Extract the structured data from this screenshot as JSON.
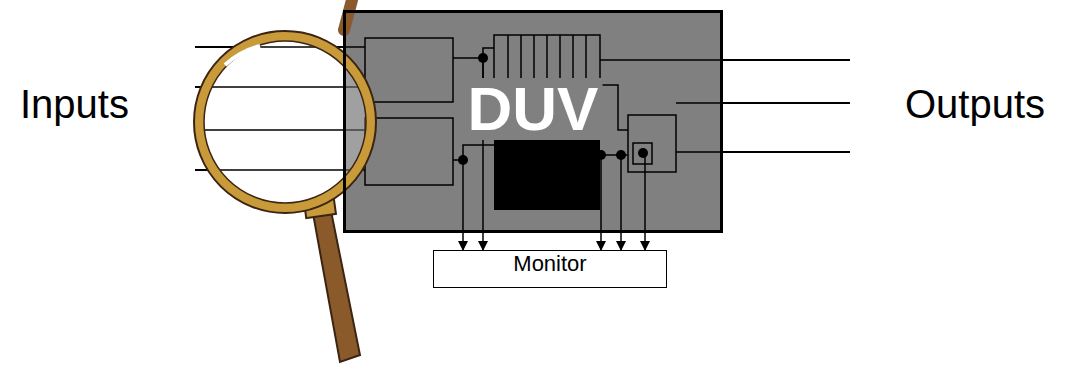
{
  "diagram": {
    "nodes": [
      {
        "text": [
          "DUV"
        ]
      },
      {
        "text": [
          "Monitor"
        ]
      }
    ],
    "edges": [
      {
        "from": 0,
        "to": 1,
        "arrow": "to"
      },
      {
        "from": 0,
        "to": 1,
        "arrow": "to"
      },
      {
        "from": 0,
        "to": 1,
        "arrow": "to"
      },
      {
        "from": 0,
        "to": 1,
        "arrow": "to"
      },
      {
        "from": 0,
        "to": 1,
        "arrow": "to"
      }
    ],
    "labels": [
      "Inputs",
      "Outputs"
    ]
  }
}
